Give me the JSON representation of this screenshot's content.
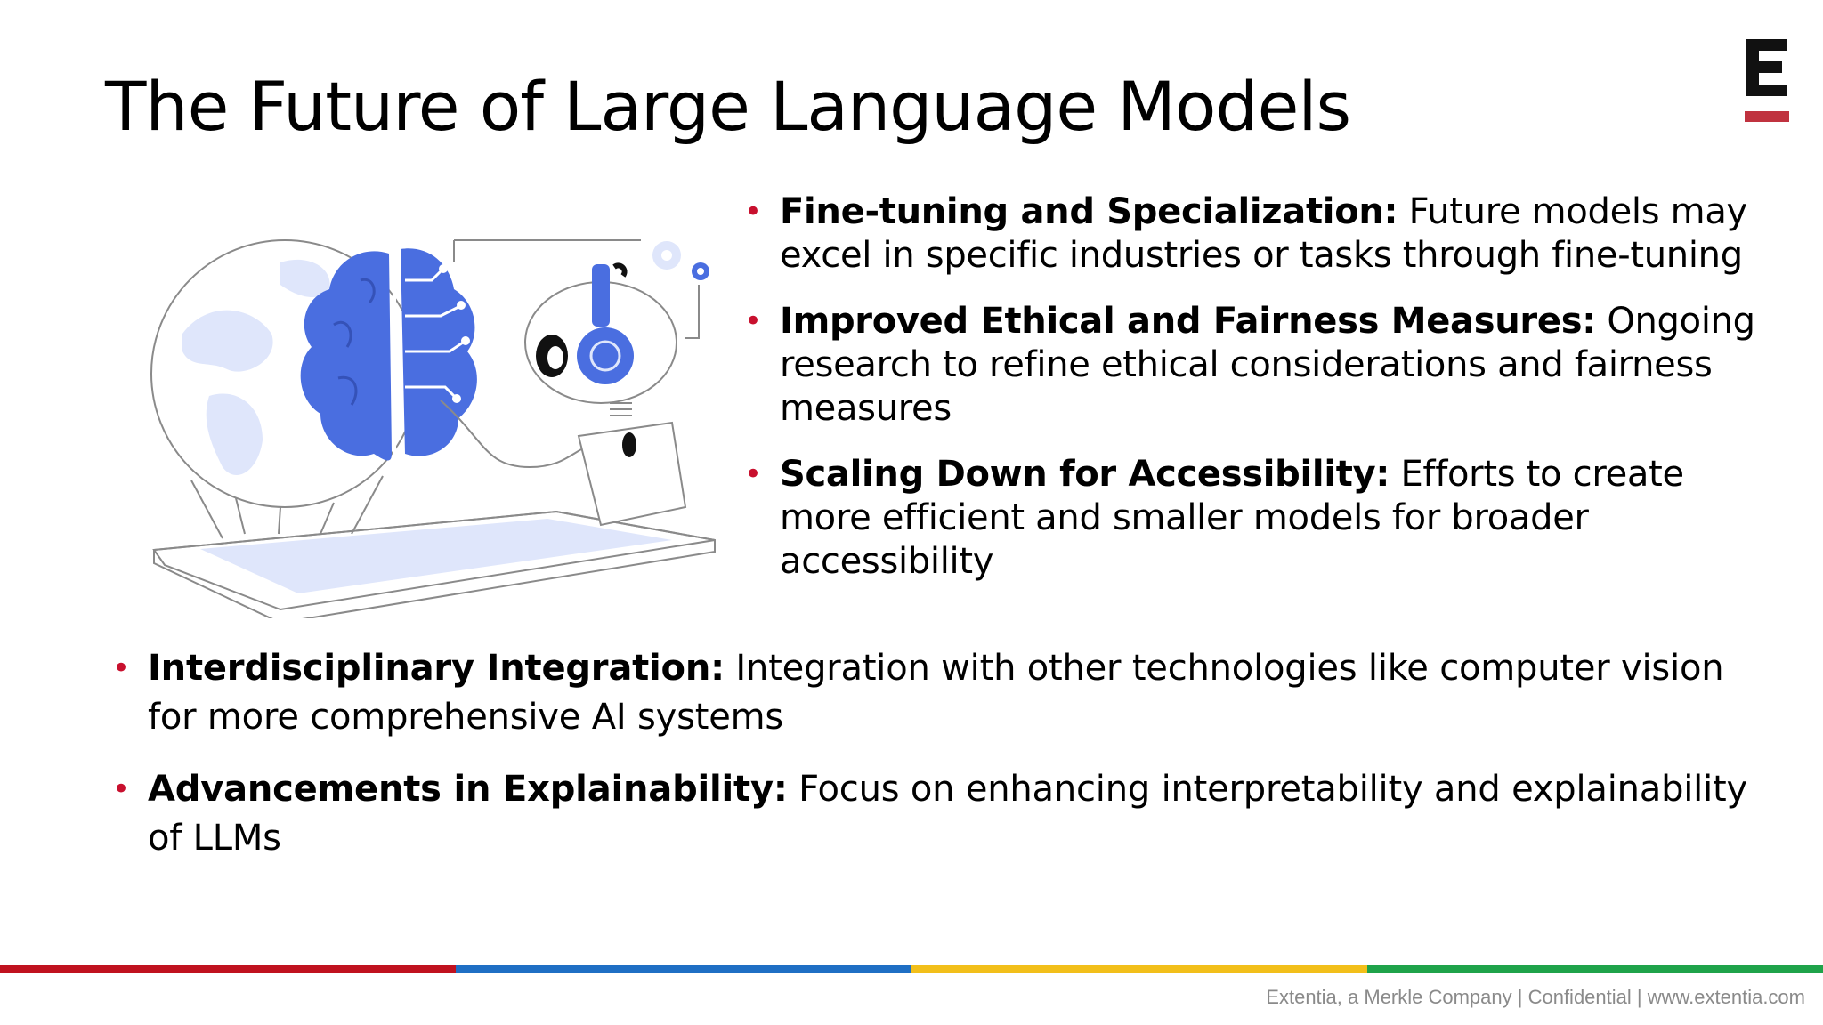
{
  "slide": {
    "title": "The Future of Large Language Models"
  },
  "logo": {
    "letter": "E",
    "color": "#111111",
    "bar_color": "#c0323f"
  },
  "illustration": {
    "subject": "globe-brain-robot-tablet",
    "accent_color": "#4a6ee0",
    "light_color": "#dfe6fb"
  },
  "bullets_right": [
    {
      "bullet": "•",
      "heading": "Fine-tuning and Specialization:",
      "text": " Future models may excel in specific industries or tasks through fine-tuning"
    },
    {
      "bullet": "•",
      "heading": "Improved Ethical and Fairness Measures:",
      "text": " Ongoing research to refine ethical considerations and fairness measures"
    },
    {
      "bullet": "•",
      "heading": "Scaling Down for Accessibility:",
      "text": " Efforts to create more efficient and smaller models for broader accessibility"
    }
  ],
  "bullets_bottom": [
    {
      "bullet": "•",
      "heading": "Interdisciplinary Integration:",
      "text": " Integration with other technologies like computer vision for more comprehensive AI systems"
    },
    {
      "bullet": "•",
      "heading": "Advancements in Explainability:",
      "text": " Focus on enhancing interpretability and explainability of LLMs"
    }
  ],
  "stripe_colors": [
    "#c0121f",
    "#1f6fc4",
    "#f2bf1a",
    "#1fa34a"
  ],
  "footer": {
    "text": "Extentia, a Merkle Company | Confidential | www.extentia.com"
  }
}
